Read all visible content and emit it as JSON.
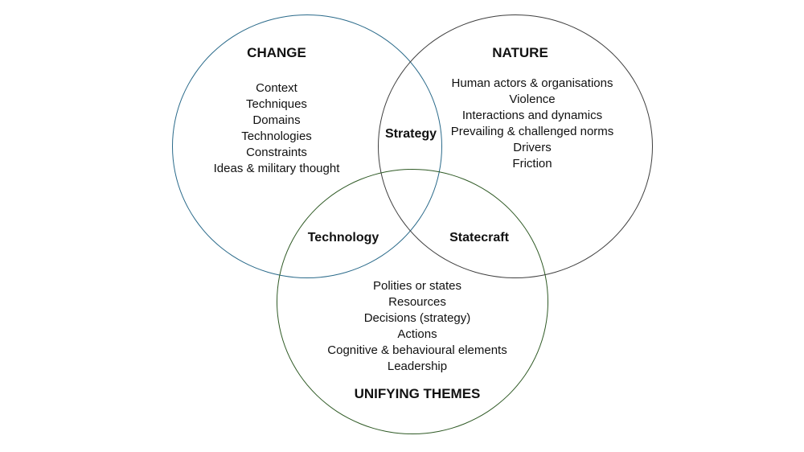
{
  "colors": {
    "change_ring": "#2a6a8a",
    "nature_ring": "#3f3f3f",
    "unifying_ring": "#2f5a25",
    "text": "#111111"
  },
  "change": {
    "title": "CHANGE",
    "items": [
      "Context",
      "Techniques",
      "Domains",
      "Technologies",
      "Constraints",
      "Ideas & military thought"
    ]
  },
  "nature": {
    "title": "NATURE",
    "items": [
      "Human actors & organisations",
      "Violence",
      "Interactions and dynamics",
      "Prevailing & challenged norms",
      "Drivers",
      "Friction"
    ]
  },
  "unifying": {
    "title": "UNIFYING THEMES",
    "items": [
      "Polities or states",
      "Resources",
      "Decisions (strategy)",
      "Actions",
      "Cognitive & behavioural elements",
      "Leadership"
    ]
  },
  "overlaps": {
    "change_nature": "Strategy",
    "change_unifying": "Technology",
    "nature_unifying": "Statecraft"
  }
}
